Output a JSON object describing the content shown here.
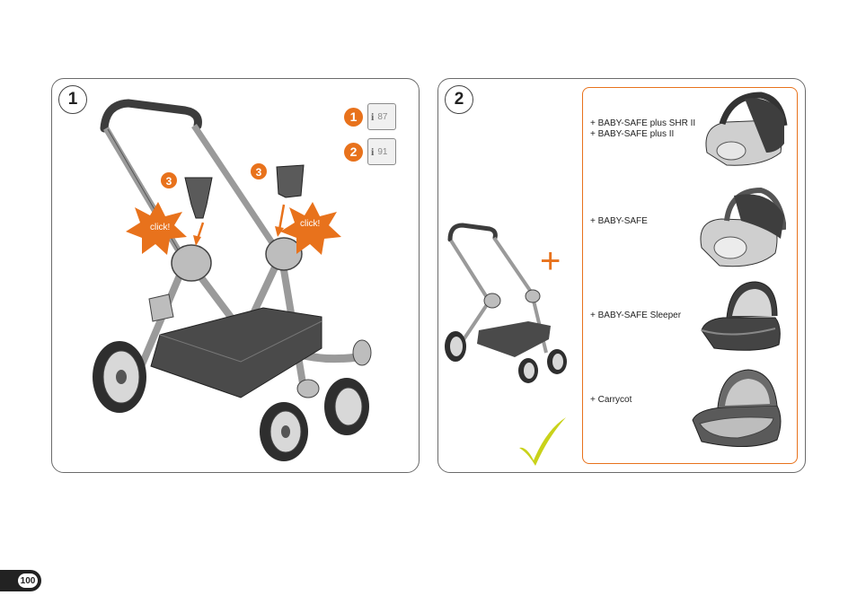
{
  "panel1": {
    "step_number": "1",
    "refs": [
      {
        "badge": "1",
        "icon": "info-book-icon",
        "letter": "i",
        "page": "87"
      },
      {
        "badge": "2",
        "icon": "info-book-icon",
        "letter": "i",
        "page": "91"
      }
    ],
    "callouts": [
      {
        "badge": "3",
        "label": "click!"
      },
      {
        "badge": "3",
        "label": "click!"
      }
    ]
  },
  "panel2": {
    "step_number": "2",
    "plus_sign": "+",
    "seats": [
      {
        "lines": [
          "+ BABY-SAFE plus SHR II",
          "+ BABY-SAFE plus II"
        ]
      },
      {
        "lines": [
          "+ BABY-SAFE"
        ]
      },
      {
        "lines": [
          "+ BABY-SAFE Sleeper"
        ]
      },
      {
        "lines": [
          "+ Carrycot"
        ]
      }
    ],
    "checkmark": "check-icon"
  },
  "page_number": "100",
  "colors": {
    "accent": "#e8721c",
    "check": "#c9d21a",
    "frame": "#9a9a9a",
    "fabric": "#4a4a4a"
  }
}
